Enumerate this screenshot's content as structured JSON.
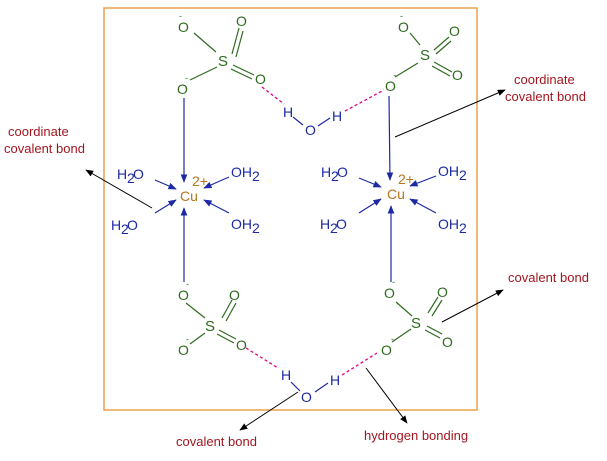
{
  "labels": {
    "coordinate_left_line1": "coordinate",
    "coordinate_left_line2": "covalent bond",
    "coordinate_right_line1": "coordinate",
    "coordinate_right_line2": "covalent bond",
    "covalent_right": "covalent bond",
    "covalent_bottom": "covalent bond",
    "hydrogen_bonding": "hydrogen bonding"
  },
  "atoms": {
    "O": "O",
    "S": "S",
    "H": "H",
    "minus": "-",
    "Cu": "Cu",
    "charge": "2+",
    "water_left_H": "H",
    "water_left_sub": "2",
    "water_left_O": "O",
    "water_right_O": "OH",
    "water_right_sub": "2"
  },
  "colors": {
    "frame": "#e8a24a",
    "sulfate": "#2e6b1f",
    "water_and_bonds": "#1d2aa3",
    "copper": "#b8741c",
    "hydrogen_bond": "#e5007d",
    "annotation": "#a3161f"
  }
}
